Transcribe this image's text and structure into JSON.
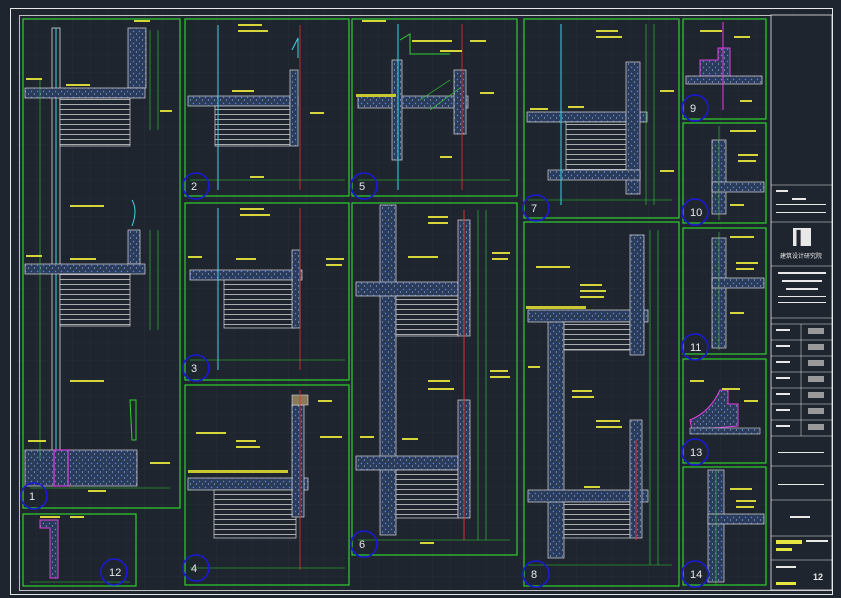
{
  "title_block": {
    "logo_mark": "▍",
    "company_name": "建筑设计研究院",
    "drawing_no": "12"
  },
  "details": [
    {
      "id": "d1",
      "label": "1"
    },
    {
      "id": "d2",
      "label": "2"
    },
    {
      "id": "d3",
      "label": "3"
    },
    {
      "id": "d4",
      "label": "4"
    },
    {
      "id": "d5",
      "label": "5"
    },
    {
      "id": "d6",
      "label": "6"
    },
    {
      "id": "d7",
      "label": "7"
    },
    {
      "id": "d8",
      "label": "8"
    },
    {
      "id": "d9",
      "label": "9"
    },
    {
      "id": "d10",
      "label": "10"
    },
    {
      "id": "d11",
      "label": "11"
    },
    {
      "id": "d12",
      "label": "12"
    },
    {
      "id": "d13",
      "label": "13"
    },
    {
      "id": "d14",
      "label": "14"
    }
  ],
  "colors": {
    "background": "#1f252f",
    "frame": "#2fd12f",
    "outline": "#e8e8e8",
    "marker_circle": "#1a1ad6",
    "annotation": "#d6d63a",
    "cyan": "#39d4e8",
    "red": "#e03030",
    "magenta": "#e040e0",
    "hatch": "#3a6fd6"
  }
}
